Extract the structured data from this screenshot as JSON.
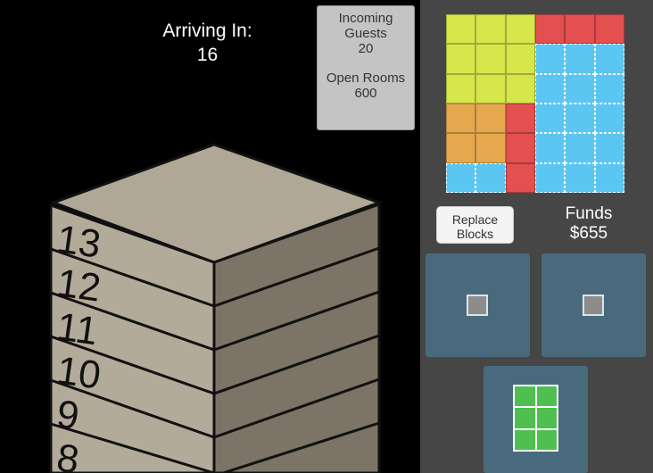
{
  "hud": {
    "arriving_label": "Arriving In:",
    "arriving_value": "16",
    "incoming_label_1": "Incoming",
    "incoming_label_2": "Guests",
    "incoming_value": "20",
    "rooms_label": "Open Rooms",
    "rooms_value": "600"
  },
  "tower": {
    "floors": [
      "13",
      "12",
      "11",
      "10",
      "9",
      "8"
    ]
  },
  "grid": {
    "rows": [
      [
        "yellow",
        "yellow",
        "yellow",
        "red",
        "red",
        "red"
      ],
      [
        "yellow",
        "yellow",
        "yellow",
        "blue",
        "blue",
        "blue"
      ],
      [
        "yellow",
        "yellow",
        "yellow",
        "blue",
        "blue",
        "blue"
      ],
      [
        "orange",
        "orange",
        "red",
        "blue",
        "blue",
        "blue"
      ],
      [
        "orange",
        "orange",
        "red",
        "blue",
        "blue",
        "blue"
      ],
      [
        "blue",
        "blue",
        "red",
        "blue",
        "blue",
        "blue"
      ]
    ]
  },
  "controls": {
    "replace_line1": "Replace",
    "replace_line2": "Blocks",
    "funds_label": "Funds",
    "funds_value": "$655"
  },
  "colors": {
    "yellow": "#d6e64b",
    "red": "#e44f4f",
    "orange": "#e5a84e",
    "blue": "#5cc6f2",
    "green": "#4fc04f",
    "slot": "#496a7d",
    "panel": "#464646"
  },
  "pieces": [
    {
      "slot": 1,
      "shape": "single",
      "color": "gray"
    },
    {
      "slot": 2,
      "shape": "single",
      "color": "gray"
    },
    {
      "slot": 3,
      "shape": "2x3",
      "color": "green"
    }
  ]
}
